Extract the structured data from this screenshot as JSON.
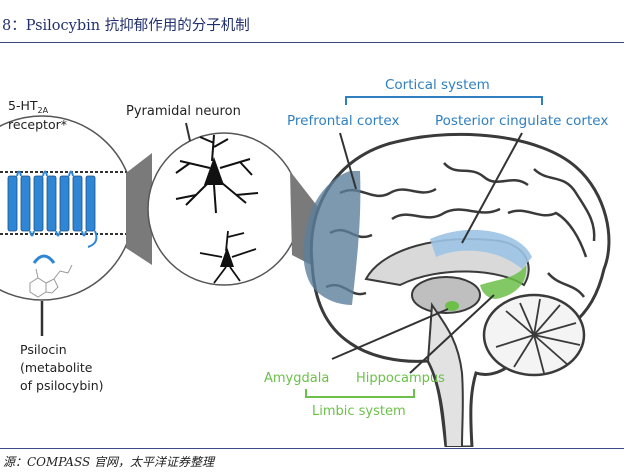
{
  "header": {
    "title": "8：Psilocybin 抗抑郁作用的分子机制"
  },
  "figure": {
    "receptor_label_line1": "5-HT",
    "receptor_label_sub": "2A",
    "receptor_label_line2": "receptor*",
    "pyramidal_label": "Pyramidal neuron",
    "psilocin_line1": "Psilocin",
    "psilocin_line2": "(metabolite",
    "psilocin_line3": "of psilocybin)",
    "cortical_system": "Cortical system",
    "prefrontal_cortex": "Prefrontal cortex",
    "posterior_cingulate_cortex": "Posterior cingulate cortex",
    "amygdala": "Amygdala",
    "hippocampus": "Hippocampus",
    "limbic_system": "Limbic system",
    "colors": {
      "cortical_blue": "#2f7fc1",
      "limbic_green": "#6cc04a",
      "receptor_blue": "#2f86d4",
      "prefrontal_fill": "#5c7f9c",
      "cingulate_fill": "#9cc3e6"
    }
  },
  "footer": {
    "source": "源：COMPASS 官网，太平洋证券整理"
  }
}
